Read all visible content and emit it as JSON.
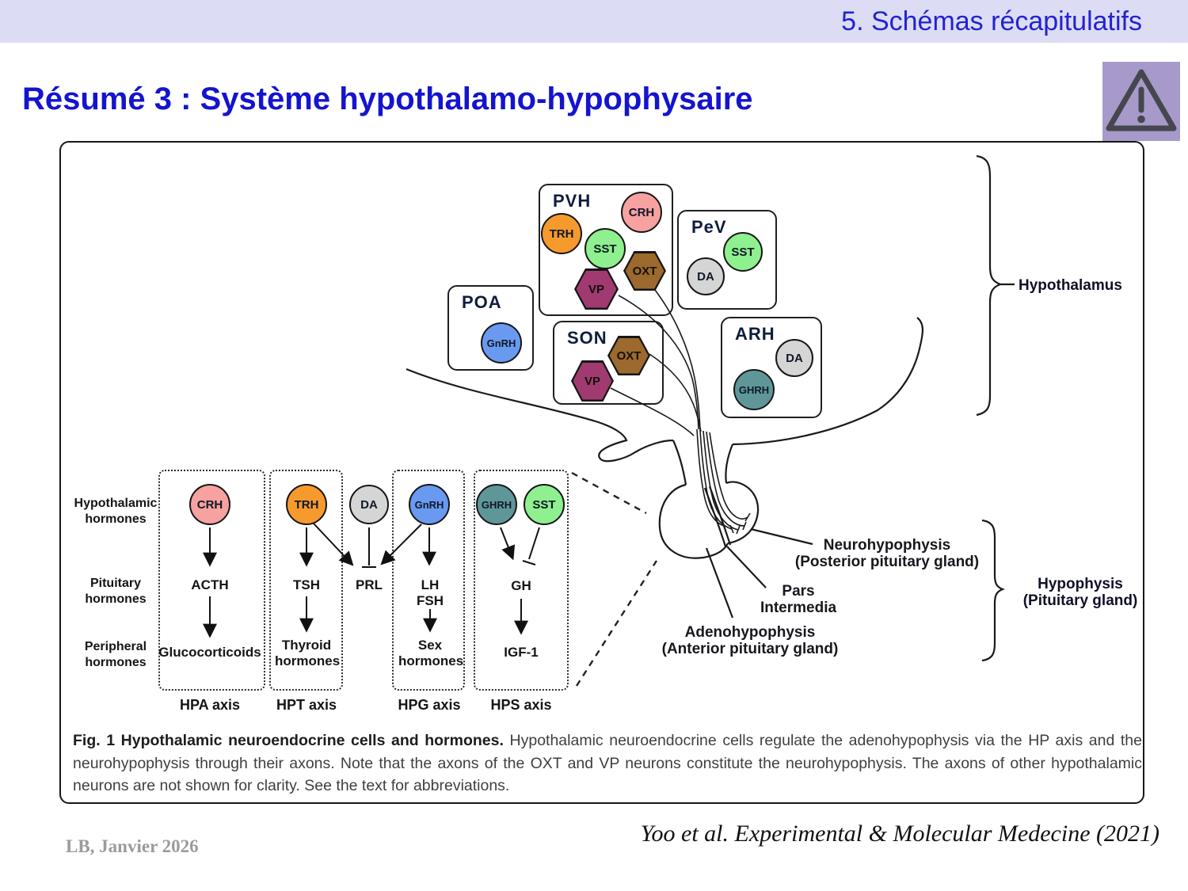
{
  "header": {
    "section": "5. Schémas récapitulatifs"
  },
  "title": "Résumé 3 : Système hypothalamo-hypophysaire",
  "icons": {
    "warning": "warning-triangle-icon"
  },
  "colors": {
    "header_bg": "#dcdcf5",
    "header_text": "#2323d1",
    "title_text": "#1414cf",
    "warning_bg": "#a79aca",
    "warning_glyph": "#46464e",
    "crh": "#f7a1a1",
    "trh": "#f79a2e",
    "sst": "#8ef08e",
    "oxt": "#9c692e",
    "vp": "#a13a70",
    "da": "#d5d5d5",
    "gnrh": "#699af0",
    "ghrh": "#5f9798"
  },
  "hormones": {
    "crh": "CRH",
    "trh": "TRH",
    "sst": "SST",
    "oxt": "OXT",
    "vp": "VP",
    "da": "DA",
    "gnrh": "GnRH",
    "ghrh": "GHRH"
  },
  "nuclei": {
    "pvh": "PVH",
    "pev": "PeV",
    "poa": "POA",
    "son": "SON",
    "arh": "ARH"
  },
  "region_labels": {
    "hypothalamus": "Hypothalamus",
    "hypophysis": "Hypophysis\n(Pituitary gland)"
  },
  "pituitary_labels": {
    "neurohypophysis": "Neurohypophysis\n(Posterior pituitary gland)",
    "pars_intermedia": "Pars\nIntermedia",
    "adenohypophysis": "Adenohypophysis\n(Anterior pituitary gland)"
  },
  "axis_diagram": {
    "row_labels": {
      "hypothalamic": "Hypothalamic\nhormones",
      "pituitary": "Pituitary\nhormones",
      "peripheral": "Peripheral\nhormones"
    },
    "pituitary_hormones": {
      "acth": "ACTH",
      "tsh": "TSH",
      "prl": "PRL",
      "lh_fsh": "LH\nFSH",
      "gh": "GH"
    },
    "peripheral_hormones": {
      "glucocorticoids": "Glucocorticoids",
      "thyroid": "Thyroid\nhormones",
      "sex": "Sex\nhormones",
      "igf1": "IGF-1"
    },
    "axis_labels": {
      "hpa": "HPA axis",
      "hpt": "HPT axis",
      "hpg": "HPG axis",
      "hps": "HPS axis"
    }
  },
  "caption": {
    "bold": "Fig. 1 Hypothalamic neuroendocrine cells and hormones.",
    "text": "Hypothalamic neuroendocrine cells regulate the adenohypophysis via the HP axis and the neurohypophysis through their axons. Note that the axons of the OXT and VP neurons constitute the neurohypophysis. The axons of other hypothalamic neurons are not shown for clarity. See the text for abbreviations."
  },
  "footer": {
    "credit": "LB, Janvier 2026",
    "citation": "Yoo et al. Experimental & Molecular Medecine (2021)"
  }
}
